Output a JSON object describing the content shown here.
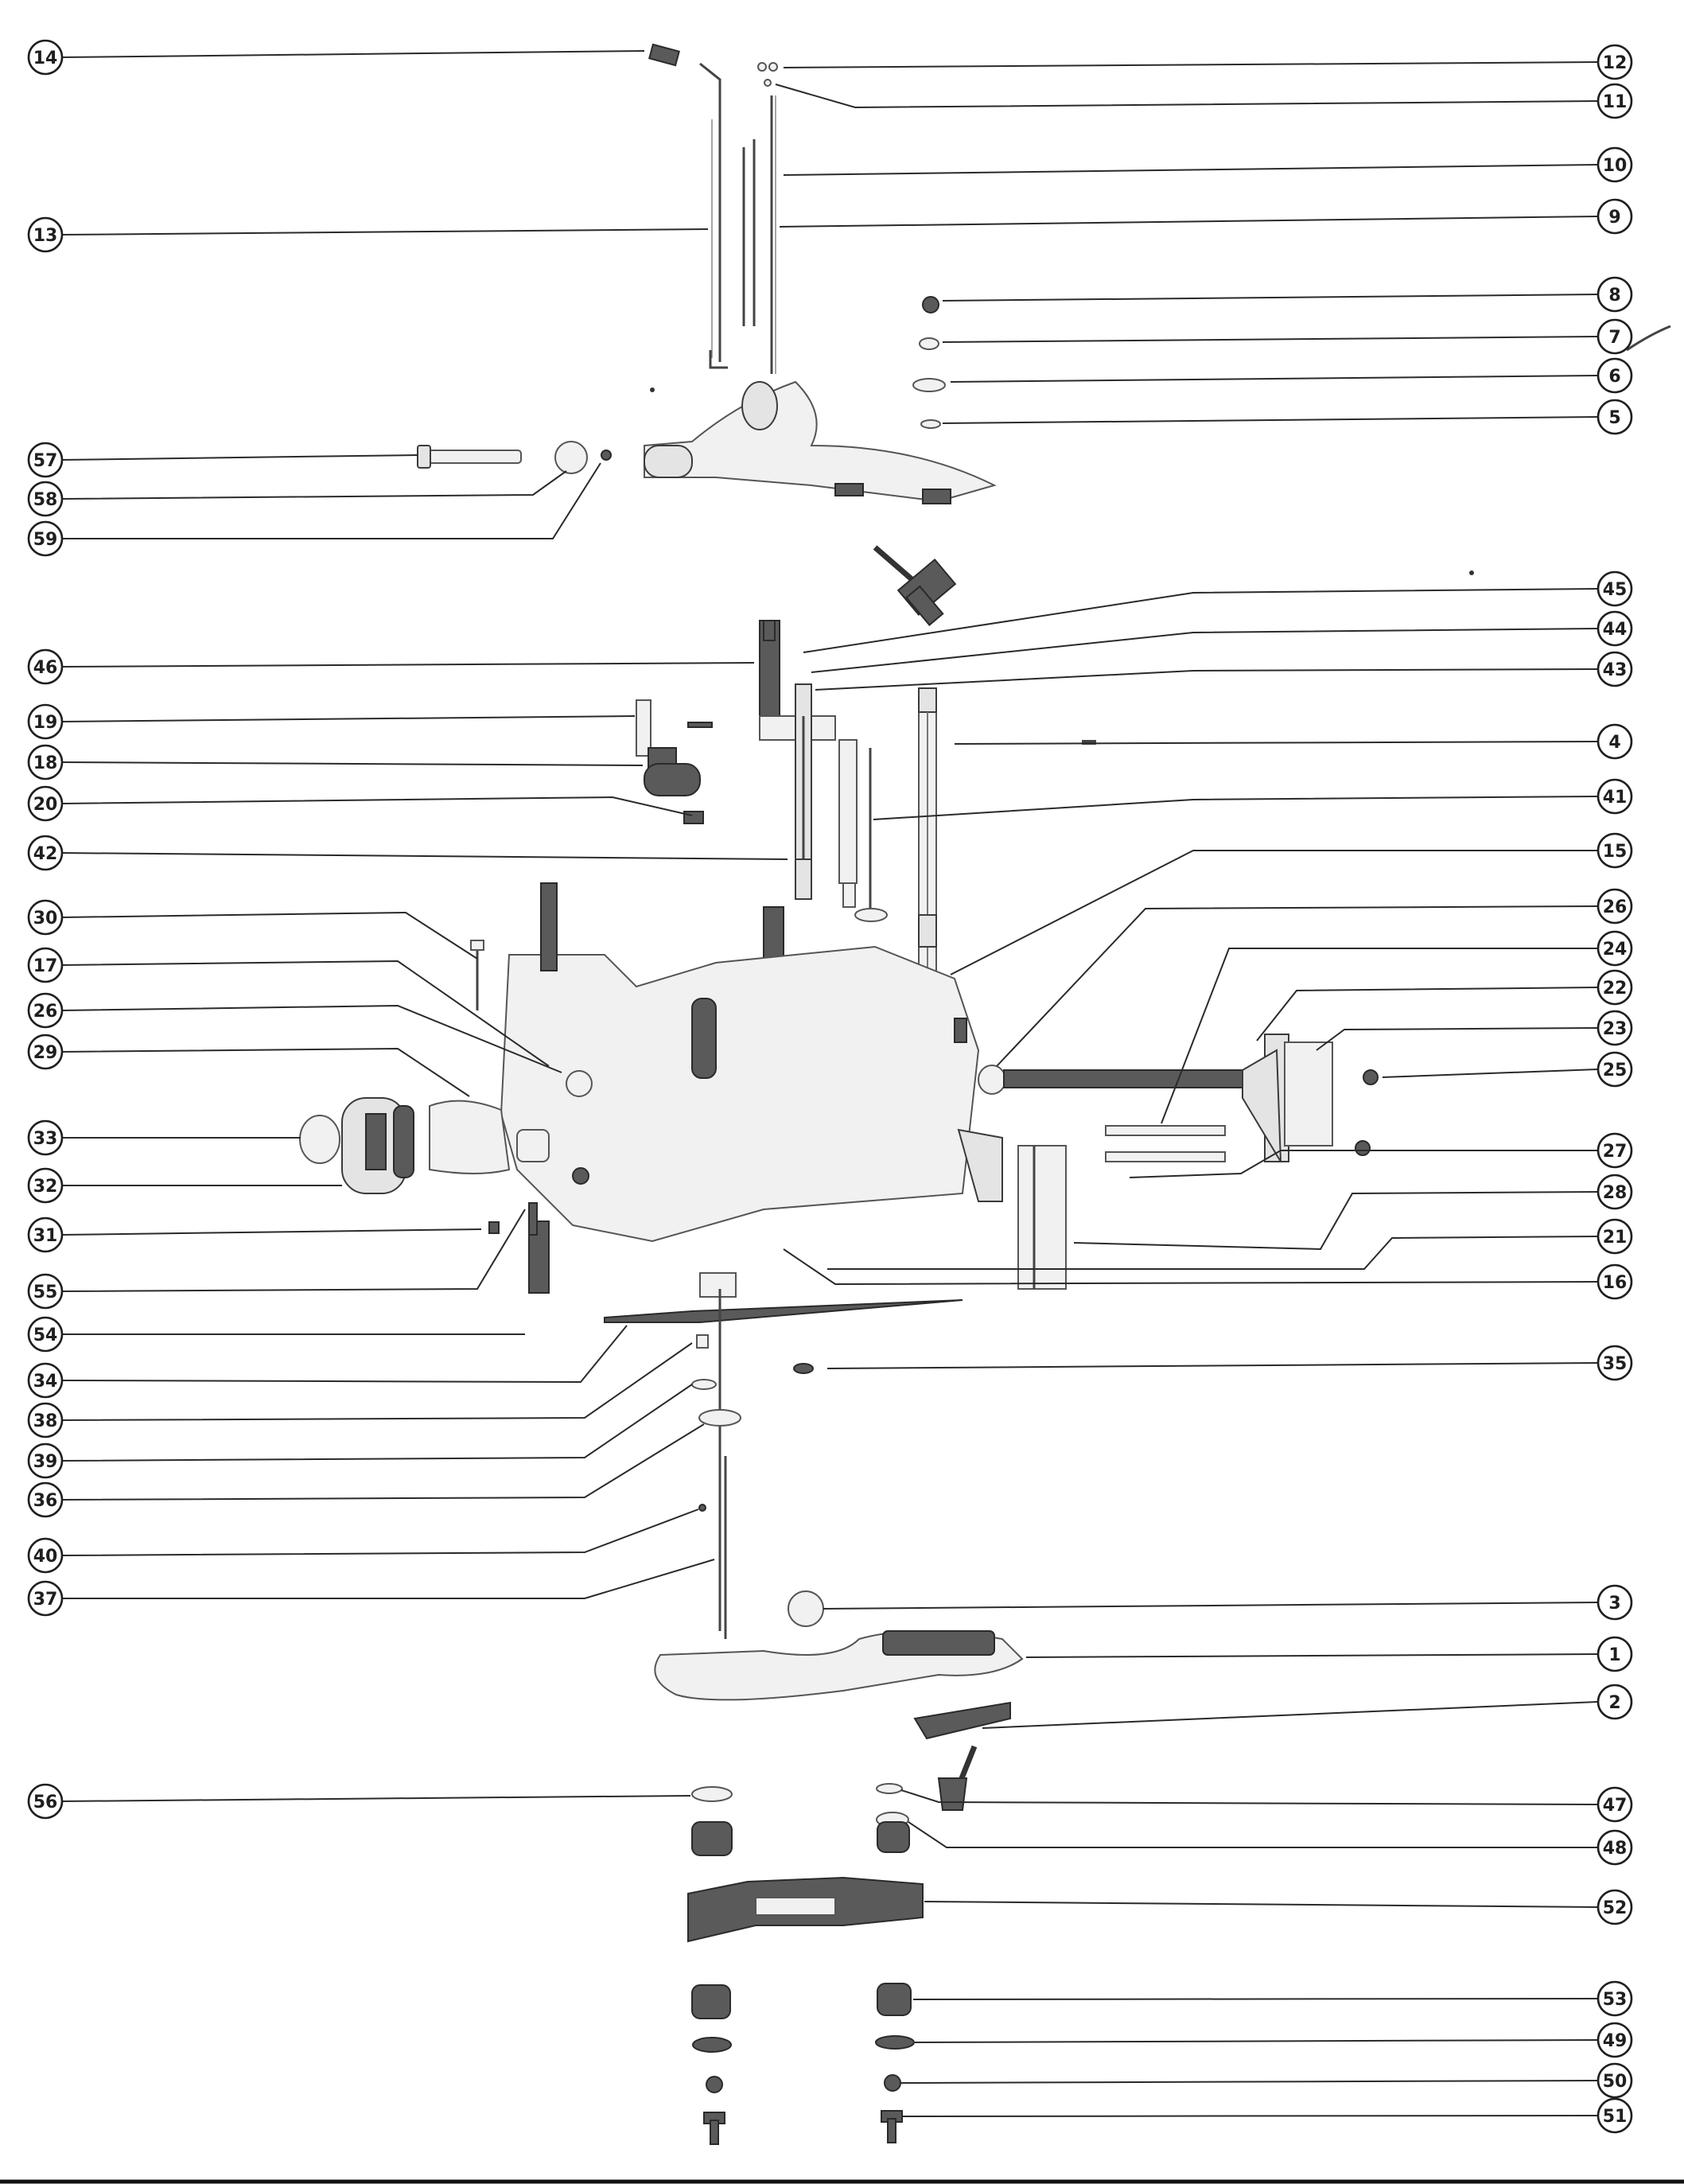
{
  "diagram": {
    "colors": {
      "ink": "#1f1f1f",
      "paper": "#ffffff",
      "part_fill": "#e4e4e4",
      "dark_part": "#5a5a5a"
    },
    "callouts": [
      {
        "id": "14",
        "label": "14"
      },
      {
        "id": "13",
        "label": "13"
      },
      {
        "id": "12",
        "label": "12"
      },
      {
        "id": "11",
        "label": "11"
      },
      {
        "id": "10",
        "label": "10"
      },
      {
        "id": "9",
        "label": "9"
      },
      {
        "id": "8",
        "label": "8"
      },
      {
        "id": "7",
        "label": "7"
      },
      {
        "id": "6",
        "label": "6"
      },
      {
        "id": "5",
        "label": "5"
      },
      {
        "id": "57",
        "label": "57"
      },
      {
        "id": "58",
        "label": "58"
      },
      {
        "id": "59",
        "label": "59"
      },
      {
        "id": "45",
        "label": "45"
      },
      {
        "id": "44",
        "label": "44"
      },
      {
        "id": "43",
        "label": "43"
      },
      {
        "id": "46",
        "label": "46"
      },
      {
        "id": "19",
        "label": "19"
      },
      {
        "id": "18",
        "label": "18"
      },
      {
        "id": "20",
        "label": "20"
      },
      {
        "id": "42",
        "label": "42"
      },
      {
        "id": "4",
        "label": "4"
      },
      {
        "id": "41",
        "label": "41"
      },
      {
        "id": "15",
        "label": "15"
      },
      {
        "id": "30",
        "label": "30"
      },
      {
        "id": "17",
        "label": "17"
      },
      {
        "id": "26L",
        "label": "26"
      },
      {
        "id": "29",
        "label": "29"
      },
      {
        "id": "33",
        "label": "33"
      },
      {
        "id": "32",
        "label": "32"
      },
      {
        "id": "31",
        "label": "31"
      },
      {
        "id": "55",
        "label": "55"
      },
      {
        "id": "54",
        "label": "54"
      },
      {
        "id": "26R",
        "label": "26"
      },
      {
        "id": "24",
        "label": "24"
      },
      {
        "id": "22",
        "label": "22"
      },
      {
        "id": "23",
        "label": "23"
      },
      {
        "id": "25",
        "label": "25"
      },
      {
        "id": "27",
        "label": "27"
      },
      {
        "id": "28",
        "label": "28"
      },
      {
        "id": "21",
        "label": "21"
      },
      {
        "id": "16",
        "label": "16"
      },
      {
        "id": "35",
        "label": "35"
      },
      {
        "id": "34",
        "label": "34"
      },
      {
        "id": "38",
        "label": "38"
      },
      {
        "id": "39",
        "label": "39"
      },
      {
        "id": "36",
        "label": "36"
      },
      {
        "id": "40",
        "label": "40"
      },
      {
        "id": "37",
        "label": "37"
      },
      {
        "id": "3",
        "label": "3"
      },
      {
        "id": "1",
        "label": "1"
      },
      {
        "id": "2",
        "label": "2"
      },
      {
        "id": "56",
        "label": "56"
      },
      {
        "id": "47",
        "label": "47"
      },
      {
        "id": "48",
        "label": "48"
      },
      {
        "id": "52",
        "label": "52"
      },
      {
        "id": "53",
        "label": "53"
      },
      {
        "id": "49",
        "label": "49"
      },
      {
        "id": "50",
        "label": "50"
      },
      {
        "id": "51",
        "label": "51"
      }
    ]
  }
}
